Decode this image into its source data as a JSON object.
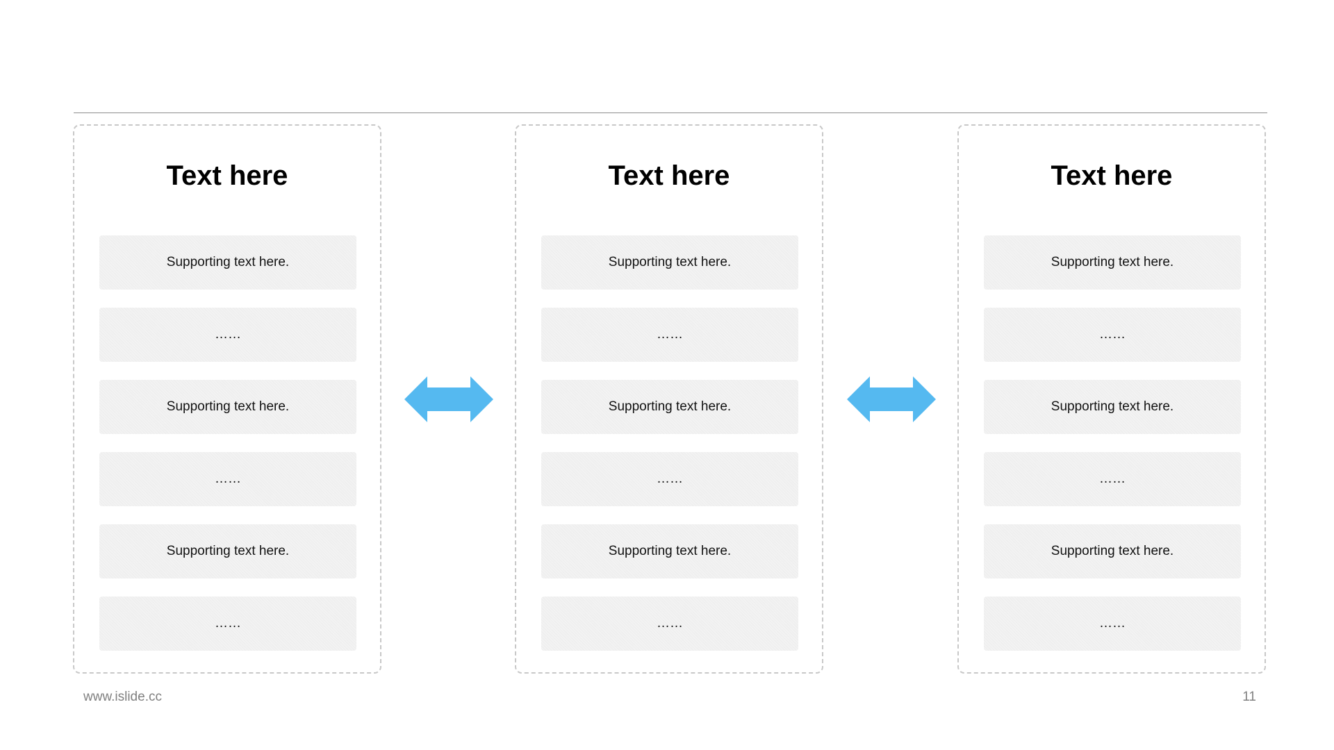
{
  "panels": [
    {
      "title": "Text here",
      "items": [
        "Supporting text here.",
        "……",
        "Supporting text here.",
        "……",
        "Supporting text here.",
        "……"
      ]
    },
    {
      "title": "Text here",
      "items": [
        "Supporting text here.",
        "……",
        "Supporting text here.",
        "……",
        "Supporting text here.",
        "……"
      ]
    },
    {
      "title": "Text here",
      "items": [
        "Supporting text here.",
        "……",
        "Supporting text here.",
        "……",
        "Supporting text here.",
        "……"
      ]
    }
  ],
  "connectors": [
    {
      "icon": "double-arrow-icon",
      "color": "#55b9f0"
    },
    {
      "icon": "double-arrow-icon",
      "color": "#55b9f0"
    }
  ],
  "footer": {
    "url": "www.islide.cc",
    "page_number": "11"
  }
}
